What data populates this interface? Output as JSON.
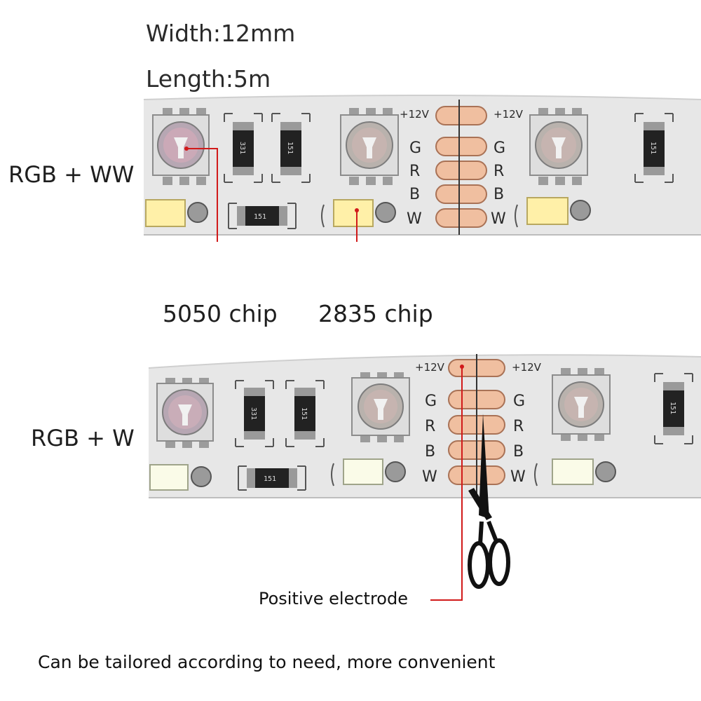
{
  "specs": {
    "width": "Width:12mm",
    "length": "Length:5m"
  },
  "strips": {
    "top_label": "RGB + WW",
    "bottom_label": "RGB + W"
  },
  "pads": {
    "plus12v": "+12V",
    "g": "G",
    "r": "R",
    "b": "B",
    "w": "W"
  },
  "resistor_codes": {
    "r1": "331",
    "r2": "151"
  },
  "callouts": {
    "chip_5050": "5050 chip",
    "chip_2835": "2835 chip",
    "positive_electrode": "Positive electrode"
  },
  "caption": "Can be tailored according to need, more convenient",
  "colors": {
    "pointer_line": "#d11a1a",
    "strip_bg": "#e6e6e6",
    "copper_pad": "#f0bfa0",
    "w_chip_warm": "#fff0a8",
    "w_chip_cool": "#fafbe8"
  }
}
